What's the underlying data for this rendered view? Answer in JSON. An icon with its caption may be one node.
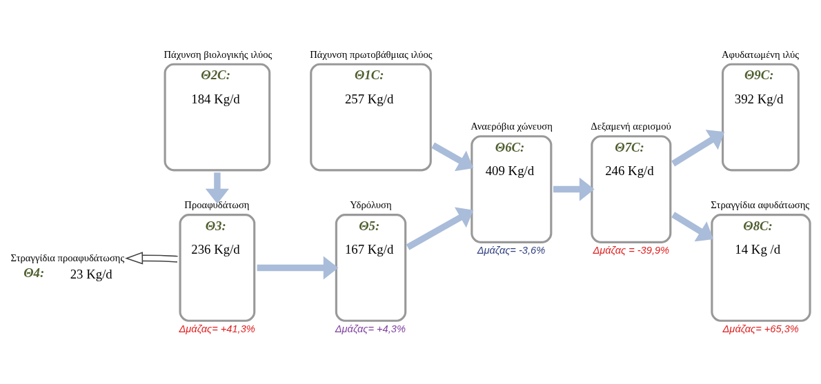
{
  "diagram": {
    "nodes": [
      {
        "text": [
          "Πάχυνση βιολογικής ιλύος",
          "Θ2C:",
          "184 Kg/d"
        ]
      },
      {
        "text": [
          "Πάχυνση πρωτοβάθμιας ιλύος",
          "Θ1C:",
          "257 Kg/d"
        ]
      },
      {
        "text": [
          "Αφυδατωμένη ιλύς",
          "Θ9C:",
          "392 Kg/d"
        ]
      },
      {
        "text": [
          "Αναερόβια χώνευση",
          "Θ6C:",
          "409 Kg/d"
        ],
        "beside": [
          "Δμάζας= -3,6%"
        ]
      },
      {
        "text": [
          "Δεξαμενή αερισμού",
          "Θ7C:",
          "246 Kg/d"
        ],
        "beside": [
          "Δμάζας = -39,9%"
        ]
      },
      {
        "text": [
          "Στραγγίδια προαφυδάτωσης",
          "Θ4:",
          "23 Kg/d"
        ]
      },
      {
        "text": [
          "Προαφυδάτωση",
          "Θ3:",
          "236 Kg/d"
        ],
        "beside": [
          "Δμάζας= +41,3%"
        ]
      },
      {
        "text": [
          "Υδρόλυση",
          "Θ5:",
          "167 Kg/d"
        ],
        "beside": [
          "Δμάζας= +4,3%"
        ]
      },
      {
        "text": [
          "Στραγγίδια αφυδάτωσης",
          "Θ8C:",
          "14 Kg /d"
        ],
        "beside": [
          "Δμάζας= +65,3%"
        ]
      }
    ],
    "edges": [
      {
        "from": 0,
        "to": 6,
        "arrow": "to"
      },
      {
        "from": 6,
        "to": 5,
        "arrow": "to",
        "color": "#404040"
      },
      {
        "from": 6,
        "to": 7,
        "arrow": "to"
      },
      {
        "from": 7,
        "to": 3,
        "arrow": "to"
      },
      {
        "from": 1,
        "to": 3,
        "arrow": "to"
      },
      {
        "from": 3,
        "to": 4,
        "arrow": "to"
      },
      {
        "from": 4,
        "to": 2,
        "arrow": "to"
      },
      {
        "from": 4,
        "to": 8,
        "arrow": "to"
      }
    ]
  }
}
